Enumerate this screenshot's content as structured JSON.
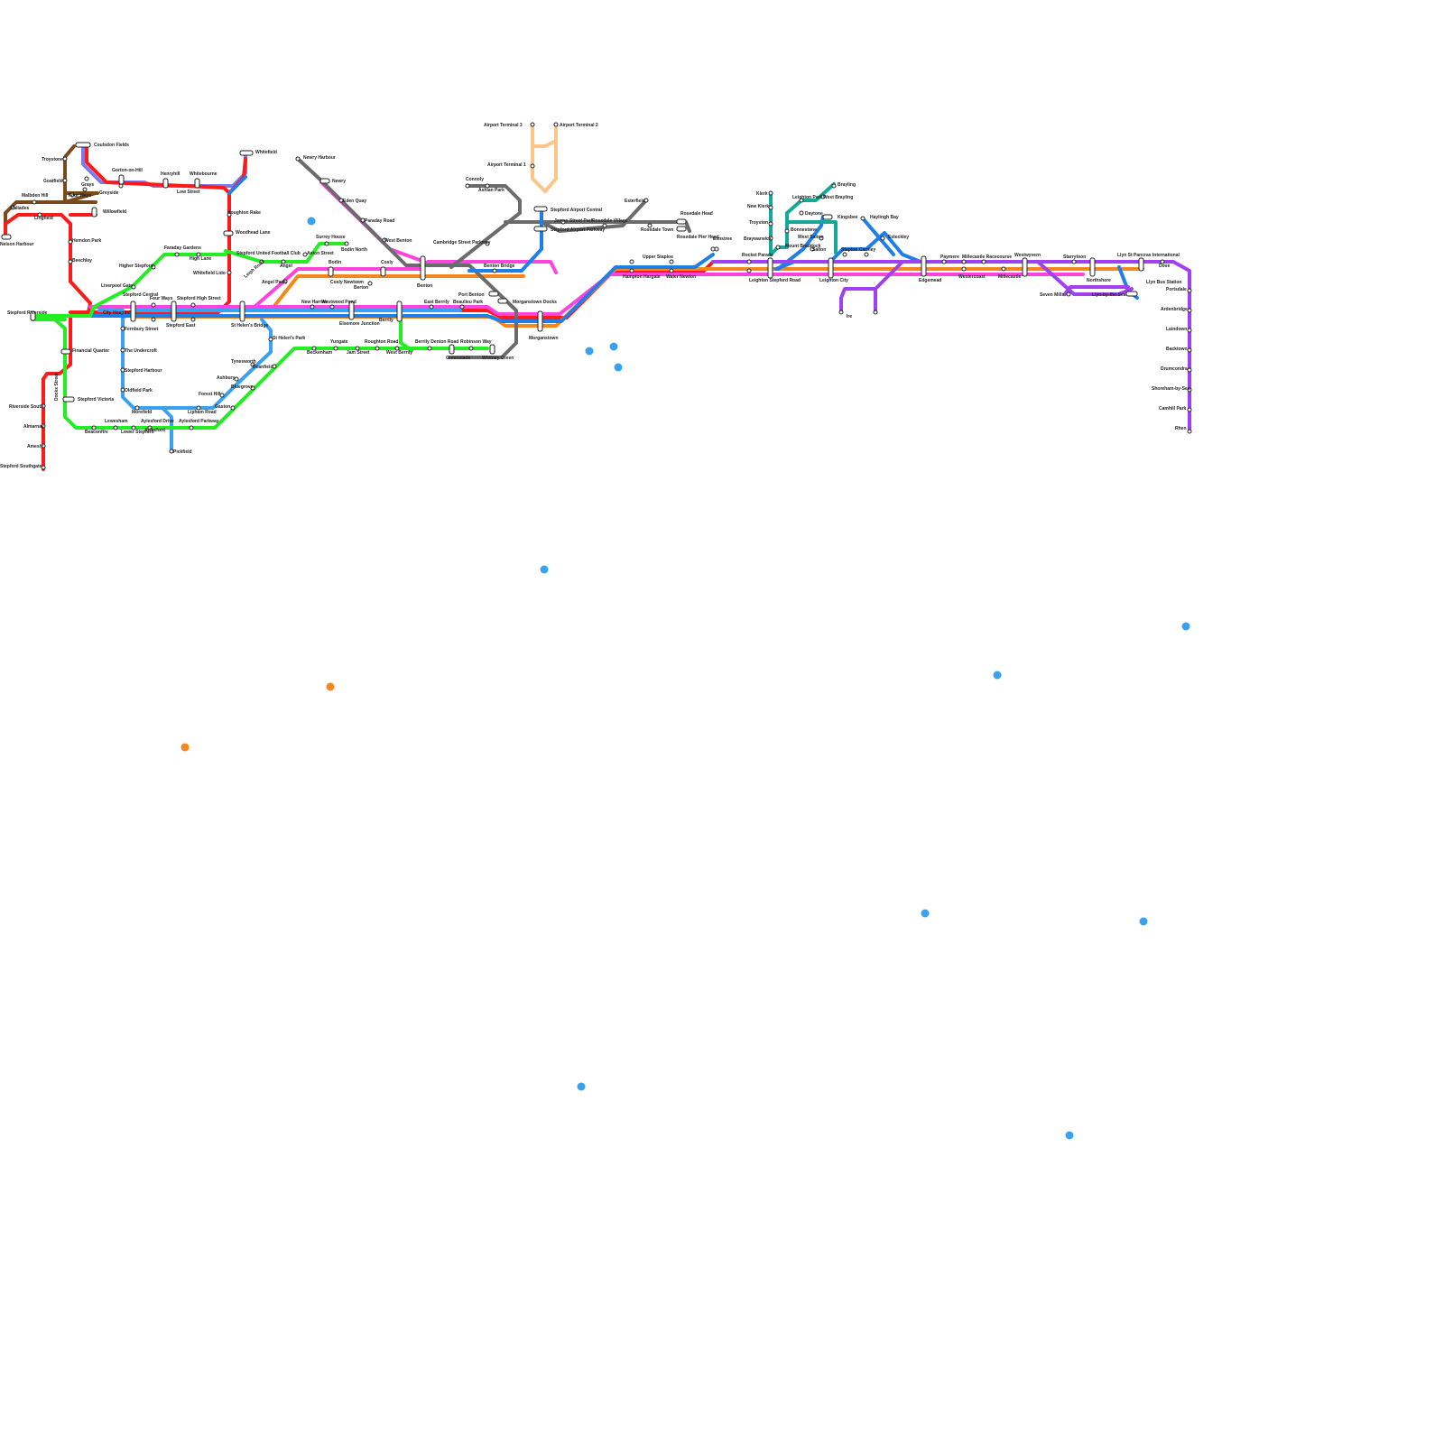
{
  "colors": {
    "red": "#ff1a1a",
    "brown": "#7a4a1c",
    "lavender": "#7b7bea",
    "green": "#22ee22",
    "blue": "#3aa0f0",
    "deepblue": "#1f7fe8",
    "magenta": "#ff44dd",
    "orange": "#f5871f",
    "grey": "#6b6b6b",
    "purple": "#a040f0",
    "teal": "#16a898",
    "peach": "#fbc58a"
  },
  "stations": {
    "coulsdon_fields": "Coulsdon Fields",
    "troystone": "Troystone",
    "goatfield": "Goatfield",
    "grays": "Grays",
    "four_ways": "Four Ways",
    "greyside": "Greyside",
    "malbden_hill": "Malbden Hill",
    "paliades": "Paliades",
    "lingfield": "Lingfield",
    "nelson_harbour": "Nelson Harbour",
    "willowfield": "Willowfield",
    "gorton_on_hill": "Gorton-on-Hill",
    "henryhill": "Henryhill",
    "whitebourne": "Whitebourne",
    "low_street": "Low Street",
    "whitefield": "Whitefield",
    "houghton_rake": "Houghton Rake",
    "woodhead_lane": "Woodhead Lane",
    "hemdon_park": "Hemdon Park",
    "beechley": "Beechley",
    "higher_stepford": "Higher Stepford",
    "faraday_gardens": "Faraday Gardens",
    "high_lane": "High Lane",
    "whitefield_lido": "Whitefield Lido",
    "liverpool_gate": "Liverpool Gate",
    "stepford_central": "Stepford Central",
    "four_ways_2": "Four Ways",
    "stepford_high_street": "Stepford High Street",
    "stepford_riverside": "Stepford Riverside",
    "city_hospital": "City Hospital",
    "stepford_east": "Stepford East",
    "st_helens_bridge": "St Helen's Bridge",
    "st_helens_park": "St Helen's Park",
    "financial_quarter": "Financial Quarter",
    "the_undercroft": "The Undercroft",
    "stepford_harbour": "Stepford Harbour",
    "oldfield_park": "Oldfield Park",
    "stepford_victoria": "Stepford Victoria",
    "docks_street": "Docks Street",
    "riverside_south": "Riverside South",
    "almarnay": "Almarnay",
    "amesly": "Amesly",
    "stepford_southgate": "Stepford Southgate",
    "beaconfire": "Beaconfire",
    "lewesham": "Lewesham",
    "lower_stepford": "Lower Stepford",
    "aylesford_drive": "Aylesford Drive",
    "aylesford": "Aylesford",
    "aylesford_parkway": "Aylesford Parkway",
    "pickfield": "Pickfield",
    "morefield": "Morefield",
    "lipham_road": "Lipham Road",
    "gaston": "Gaston",
    "forest_hill": "Forest Hill",
    "ashbury": "Ashbury",
    "bluegrove": "Bluegrove",
    "tynesworth": "Tynesworth",
    "deanfield": "Deanfield",
    "pottsmorefield": "Fernbury Street",
    "stepford_united": "Stepford United Football Club",
    "angel": "Angel",
    "leigh_road": "Leigh Road",
    "angel_pass": "Angel Pass",
    "aston_street": "Aston Street",
    "surrey_house": "Surrey House",
    "bodin_north": "Bodin North",
    "newry_harbour": "Newry Harbour",
    "newry": "Newry",
    "eden_quay": "Eden Quay",
    "paraday_road": "Paraday Road",
    "west_benton": "West Benton",
    "bodin": "Bodin",
    "cosly": "Cosly",
    "benton": "Benton",
    "cosly_newtown": "Cosly Newtown",
    "berton": "Berton",
    "new_harrow": "New Harrow",
    "westwood_pond": "Westwood Pond",
    "elsemore_junction": "Elsemore Junction",
    "berrily": "Berrily",
    "east_berrily": "East Berrily",
    "beaulieu_park": "Beaulieu Park",
    "beckenham": "Beckenham",
    "yungate": "Yungate",
    "jam_street": "Jam Street",
    "roughton_road": "Roughton Road",
    "west_berrily": "West Berrily",
    "berrily_denton_road": "Berrily Denton Road",
    "greenslade": "Greenslade",
    "robinson_way": "Robinson Way",
    "whitney_green": "Whitney Green",
    "port_benton": "Port Benton",
    "benton_bridge": "Benton Bridge",
    "morganstown_docks": "Morganstown Docks",
    "morganstown": "Morganstown",
    "connoly": "Connoly",
    "ashlan_park": "Ashlan Park",
    "cambridge_street_parkway": "Cambridge Street Parkway",
    "airport_terminal_3": "Airport Terminal 3",
    "airport_terminal_2": "Airport Terminal 2",
    "airport_terminal_1": "Airport Terminal 1",
    "stepford_airport_central": "Stepford Airport Central",
    "stepford_airport_parkway": "Stepford Airport Parkway",
    "james_street_park": "James Street Park",
    "rosedale_village": "Rosedale Village",
    "rosedale_town": "Rosedale Town",
    "rosedale_head": "Rosedale Head",
    "rosedale_pier_head": "Rosedale Pier Head",
    "esterfield": "Esterfield",
    "upper_staploe": "Upper Staploe",
    "hampton_hargate": "Hampton Hargate",
    "water_newton": "Water Newton",
    "elmstree": "Elmstree",
    "rocket_parade": "Rocket Parade",
    "leighton_stepford_road": "Leighton Stepford Road",
    "klerk": "Klerk",
    "new_klerk": "New Klerk",
    "troyston": "Troyston",
    "braywarwick": "Braywarwick",
    "leighton_park": "Leighton Park",
    "brayling": "Brayling",
    "west_brayling": "West Brayling",
    "daytone": "Daytone",
    "bonnestone": "Bonnestone",
    "kingsbee": "Kingsbee",
    "west_salton": "West Salton",
    "mount_braddock": "Mount Braddock",
    "salton": "Salton",
    "leighton_city": "Leighton City",
    "staploe": "Staploe",
    "carnley": "Carnley",
    "esteckley": "Esteckley",
    "haylingh_bay": "Haylingh Bay",
    "ire": "Ire",
    "edgemead": "Edgemead",
    "paymere": "Paymere",
    "millecastle_racecourse": "Millecastle Racecourse",
    "westercoast": "Westercoast",
    "millecastle": "Millecastle",
    "westwyvern": "Westwyvern",
    "starrytoon": "Starrytoon",
    "northshore": "Northshore",
    "seven_mills": "Seven Mills",
    "llyn_by_the_sea": "Llyn-by-the-Sea",
    "llyn_st_pancras": "Llyn St Pancras International",
    "dove": "Dove",
    "llyn_bus_station": "Llyn Bus Station",
    "portsdale": "Portsdale",
    "ardenbridge": "Ardenbridge",
    "laindown": "Laindown",
    "backtown": "Backtown",
    "drumcondra": "Drumcondra",
    "shoreham_by_sea": "Shoreham-by-Sea",
    "camhill_park": "Camhill Park",
    "rhen": "Rhen"
  }
}
